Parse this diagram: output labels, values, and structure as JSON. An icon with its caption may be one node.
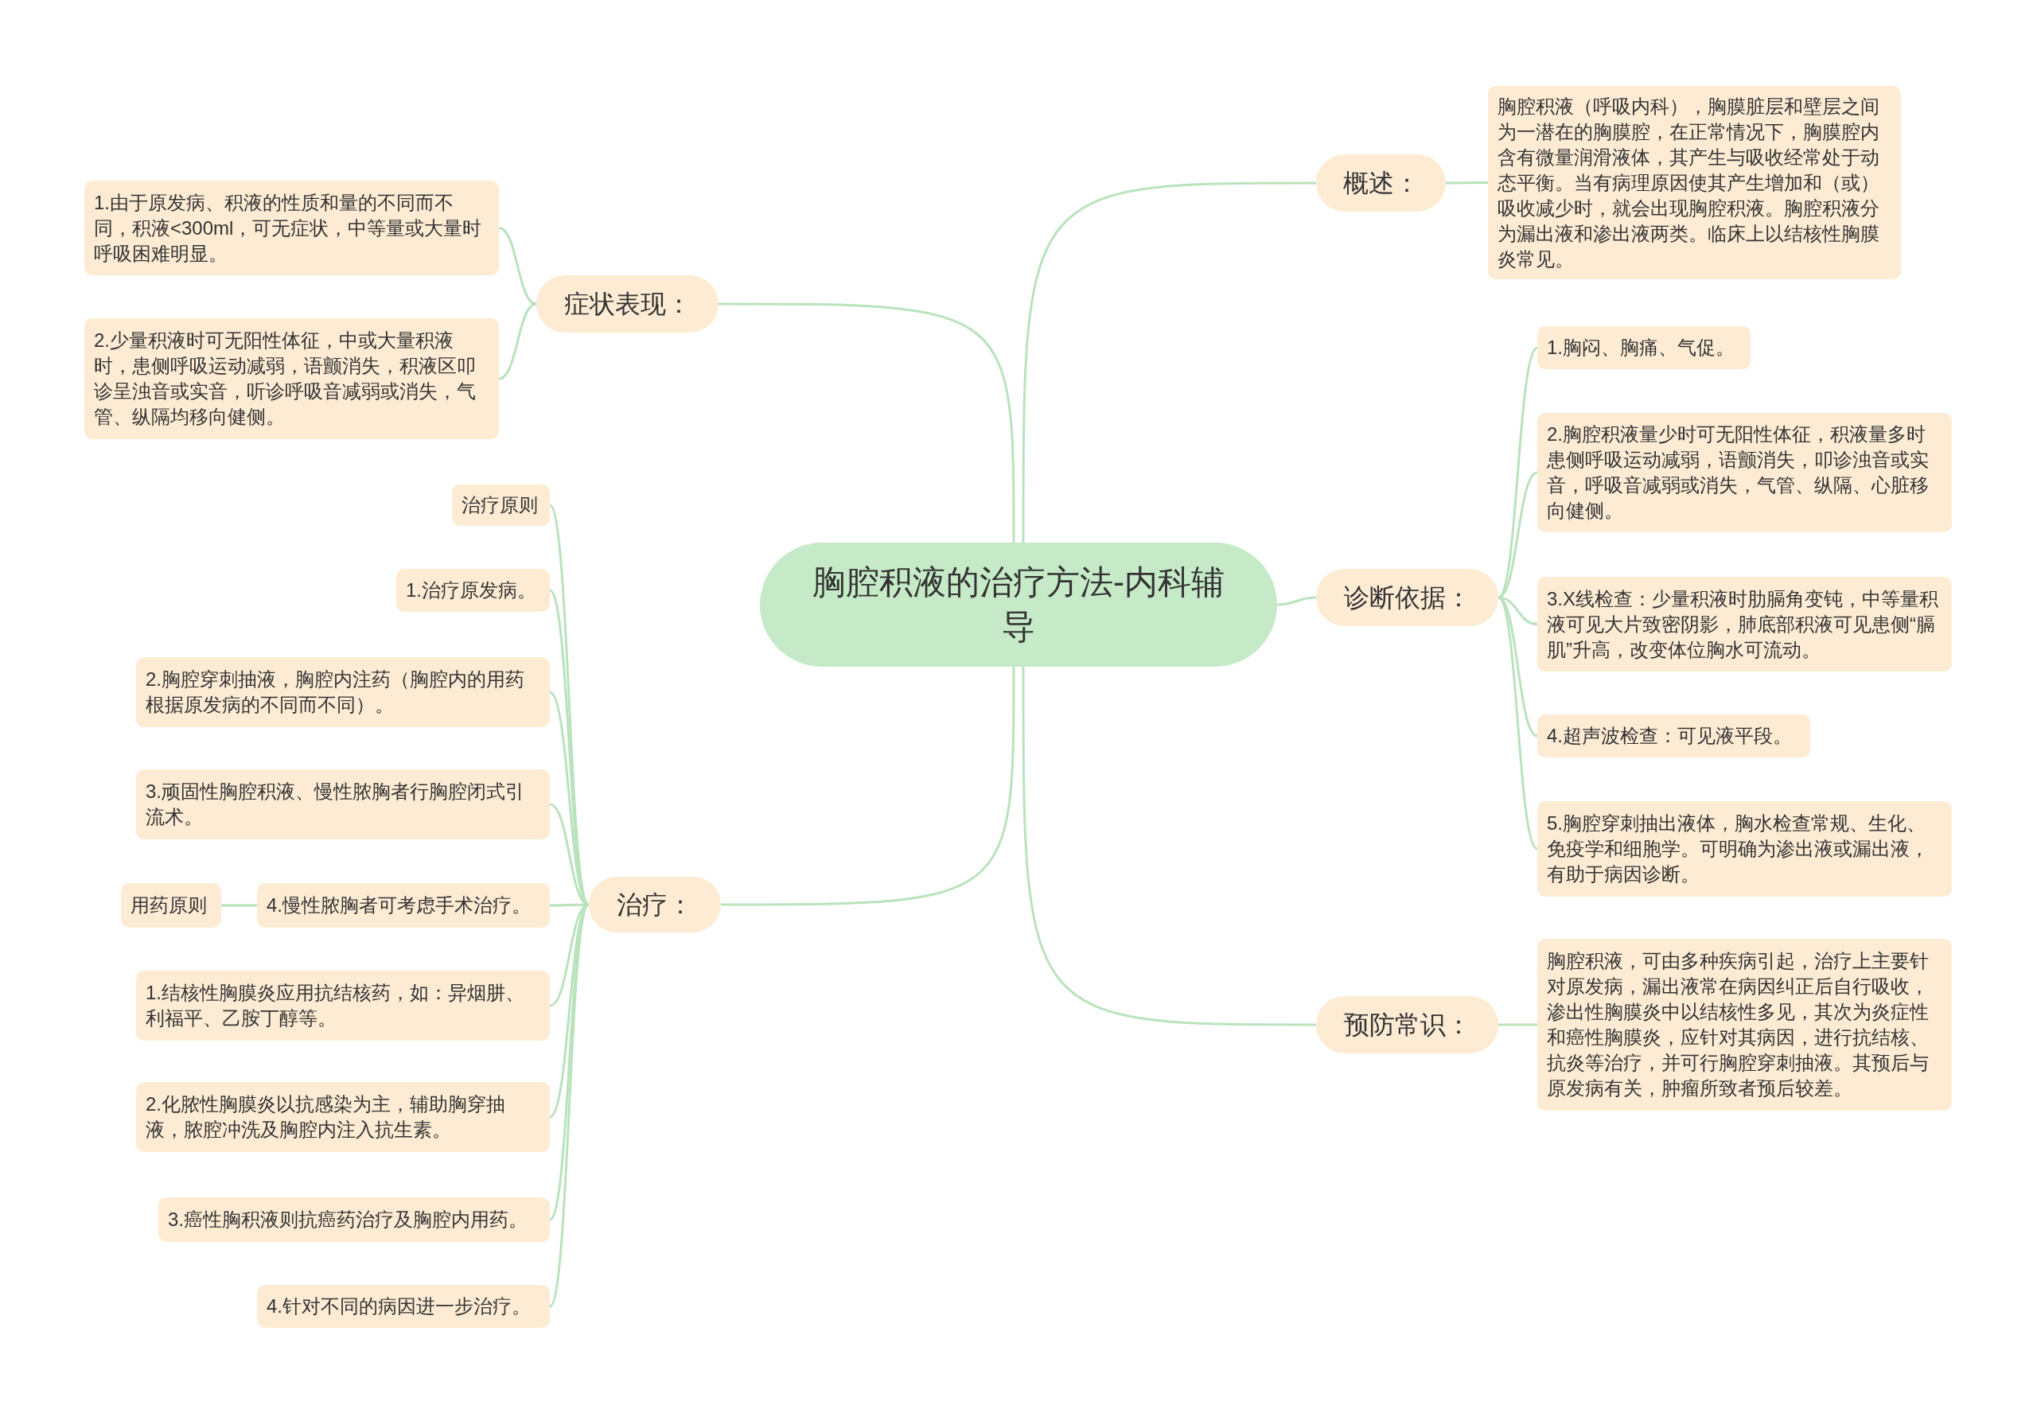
{
  "diagram": {
    "nodes": [
      {
        "text": [
          "胸腔积液的治疗方法-内科辅导"
        ]
      },
      {
        "text": [
          "症状表现："
        ]
      },
      {
        "text": [
          "1.由于原发病、积液的性质和量的不同而不同，积液<300ml，可无症状，中等量或大量时呼吸困难明显。"
        ]
      },
      {
        "text": [
          "2.少量积液时可无阳性体征，中或大量积液时，患侧呼吸运动减弱，语颤消失，积液区叩诊呈浊音或实音，听诊呼吸音减弱或消失，气管、纵隔均移向健侧。"
        ]
      },
      {
        "text": [
          "治疗："
        ]
      },
      {
        "text": [
          "治疗原则"
        ]
      },
      {
        "text": [
          "1.治疗原发病。"
        ]
      },
      {
        "text": [
          "2.胸腔穿刺抽液，胸腔内注药（胸腔内的用药根据原发病的不同而不同）。"
        ]
      },
      {
        "text": [
          "3.顽固性胸腔积液、慢性脓胸者行胸腔闭式引流术。"
        ]
      },
      {
        "text": [
          "4.慢性脓胸者可考虑手术治疗。"
        ]
      },
      {
        "text": [
          "用药原则"
        ]
      },
      {
        "text": [
          "1.结核性胸膜炎应用抗结核药，如：异烟肼、利福平、乙胺丁醇等。"
        ]
      },
      {
        "text": [
          "2.化脓性胸膜炎以抗感染为主，辅助胸穿抽液，脓腔冲洗及胸腔内注入抗生素。"
        ]
      },
      {
        "text": [
          "3.癌性胸积液则抗癌药治疗及胸腔内用药。"
        ]
      },
      {
        "text": [
          "4.针对不同的病因进一步治疗。"
        ]
      },
      {
        "text": [
          "概述："
        ]
      },
      {
        "text": [
          "胸腔积液（呼吸内科），胸膜脏层和壁层之间为一潜在的胸膜腔，在正常情况下，胸膜腔内含有微量润滑液体，其产生与吸收经常处于动态平衡。当有病理原因使其产生增加和（或）吸收减少时，就会出现胸腔积液。胸腔积液分为漏出液和渗出液两类。临床上以结核性胸膜炎常见。"
        ]
      },
      {
        "text": [
          "诊断依据："
        ]
      },
      {
        "text": [
          "1.胸闷、胸痛、气促。"
        ]
      },
      {
        "text": [
          "2.胸腔积液量少时可无阳性体征，积液量多时患侧呼吸运动减弱，语颤消失，叩诊浊音或实音，呼吸音减弱或消失，气管、纵隔、心脏移向健侧。"
        ]
      },
      {
        "text": [
          "3.X线检查：少量积液时肋膈角变钝，中等量积液可见大片致密阴影，肺底部积液可见患侧“膈肌”升高，改变体位胸水可流动。"
        ]
      },
      {
        "text": [
          "4.超声波检查：可见液平段。"
        ]
      },
      {
        "text": [
          "5.胸腔穿刺抽出液体，胸水检查常规、生化、免疫学和细胞学。可明确为渗出液或漏出液，有助于病因诊断。"
        ]
      },
      {
        "text": [
          "预防常识："
        ]
      },
      {
        "text": [
          "胸腔积液，可由多种疾病引起，治疗上主要针对原发病，漏出液常在病因纠正后自行吸收，渗出性胸膜炎中以结核性多见，其次为炎症性和癌性胸膜炎，应针对其病因，进行抗结核、抗炎等治疗，并可行胸腔穿刺抽液。其预后与原发病有关，肿瘤所致者预后较差。"
        ]
      }
    ],
    "edges": [
      {
        "from": 0,
        "to": 1,
        "arrow": "none"
      },
      {
        "from": 1,
        "to": 2,
        "arrow": "none"
      },
      {
        "from": 1,
        "to": 3,
        "arrow": "none"
      },
      {
        "from": 0,
        "to": 4,
        "arrow": "none"
      },
      {
        "from": 4,
        "to": 5,
        "arrow": "none"
      },
      {
        "from": 4,
        "to": 6,
        "arrow": "none"
      },
      {
        "from": 4,
        "to": 7,
        "arrow": "none"
      },
      {
        "from": 4,
        "to": 8,
        "arrow": "none"
      },
      {
        "from": 4,
        "to": 9,
        "arrow": "none"
      },
      {
        "from": 9,
        "to": 10,
        "arrow": "none"
      },
      {
        "from": 4,
        "to": 11,
        "arrow": "none"
      },
      {
        "from": 4,
        "to": 12,
        "arrow": "none"
      },
      {
        "from": 4,
        "to": 13,
        "arrow": "none"
      },
      {
        "from": 4,
        "to": 14,
        "arrow": "none"
      },
      {
        "from": 0,
        "to": 15,
        "arrow": "none"
      },
      {
        "from": 15,
        "to": 16,
        "arrow": "none"
      },
      {
        "from": 0,
        "to": 17,
        "arrow": "none"
      },
      {
        "from": 17,
        "to": 18,
        "arrow": "none"
      },
      {
        "from": 17,
        "to": 19,
        "arrow": "none"
      },
      {
        "from": 17,
        "to": 20,
        "arrow": "none"
      },
      {
        "from": 17,
        "to": 21,
        "arrow": "none"
      },
      {
        "from": 17,
        "to": 22,
        "arrow": "none"
      },
      {
        "from": 0,
        "to": 23,
        "arrow": "none"
      },
      {
        "from": 23,
        "to": 24,
        "arrow": "none"
      }
    ]
  }
}
